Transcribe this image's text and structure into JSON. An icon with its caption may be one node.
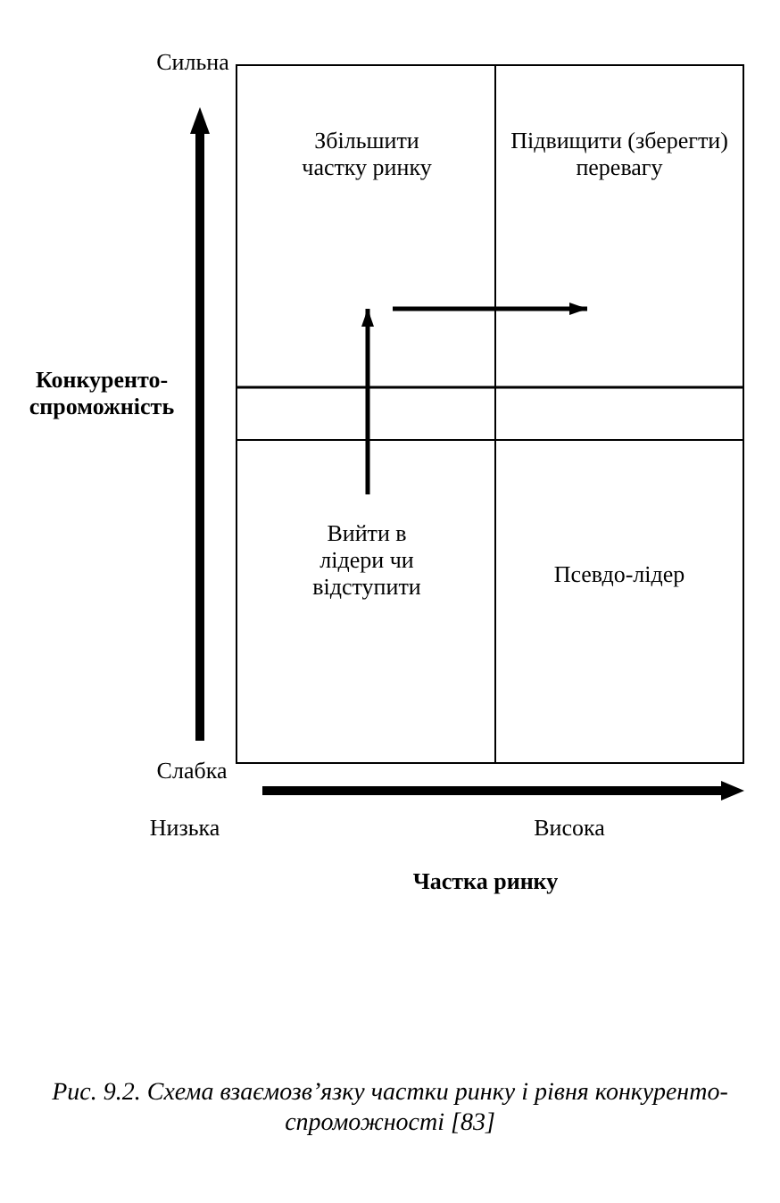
{
  "diagram": {
    "caption": "Рис. 9.2. Схема взаємозв’язку частки ринку і рівня конкуренто-спроможності [83]",
    "nodes": [
      {
        "text": [
          "Збільшити частку ринку"
        ]
      },
      {
        "text": [
          "Підвищити (зберегти) перевагу"
        ]
      },
      {
        "text": [
          "Вийти в лідери чи відступити"
        ]
      },
      {
        "text": [
          "Псевдо-лідер"
        ]
      }
    ],
    "edges": [
      {
        "from": 2,
        "to": 0,
        "arrow": "to"
      },
      {
        "from": 0,
        "to": 1,
        "arrow": "to"
      }
    ],
    "labels": [
      "Сильна",
      "Конкуренто-спроможність",
      "Слабка",
      "Низька",
      "Висока",
      "Частка ринку"
    ]
  }
}
